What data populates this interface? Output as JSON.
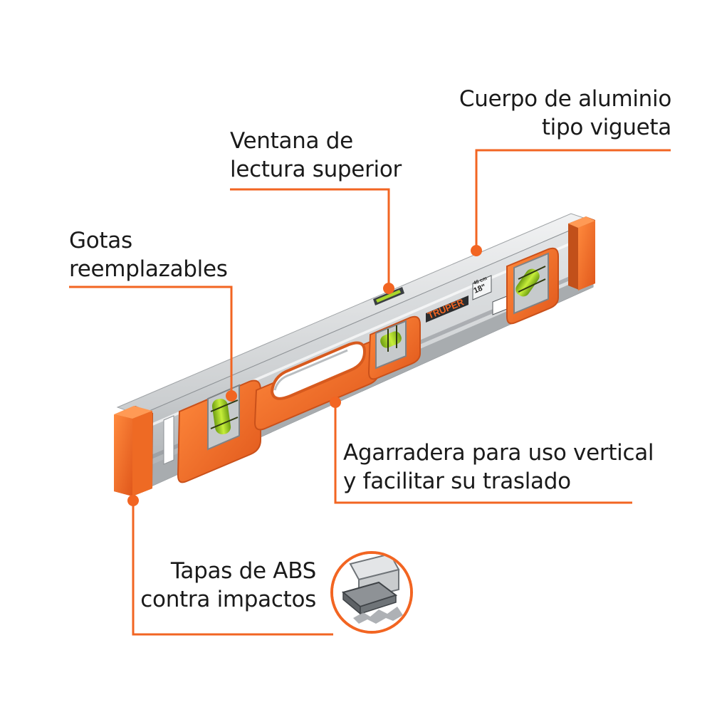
{
  "callouts": {
    "cuerpo": {
      "line1": "Cuerpo de aluminio",
      "line2": "tipo vigueta"
    },
    "ventana": {
      "line1": "Ventana de",
      "line2": "lectura superior"
    },
    "gotas": {
      "line1": "Gotas",
      "line2": "reemplazables"
    },
    "agarradera": {
      "line1": "Agarradera para uso vertical",
      "line2": "y facilitar su traslado"
    },
    "tapas": {
      "line1": "Tapas de ABS",
      "line2": "contra impactos"
    }
  },
  "product": {
    "brand": "TRUPER",
    "size_metric": "46 cm",
    "size_imperial": "18\""
  },
  "colors": {
    "accent": "#f26522",
    "orange_dark": "#d9561a",
    "aluminum_light": "#e6e8ea",
    "aluminum_mid": "#c4c7ca",
    "aluminum_dark": "#8e9296",
    "vial_green": "#b8e02e",
    "text": "#1a1a1a"
  }
}
